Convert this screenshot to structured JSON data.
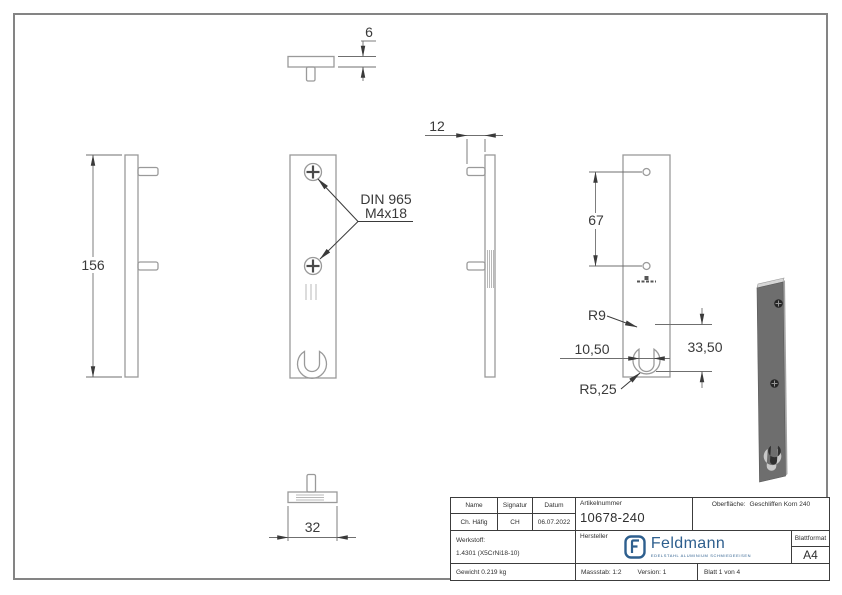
{
  "drawing": {
    "dims": {
      "thickness": "6",
      "height": "156",
      "depth": "12",
      "hole_spacing": "67",
      "width": "32",
      "radius_top": "R9",
      "slot_width": "10,50",
      "keyhole_height": "33,50",
      "radius_bottom": "R5,25",
      "screw_note_line1": "DIN 965",
      "screw_note_line2": "M4x18"
    }
  },
  "title_block": {
    "col_name": "Name",
    "col_signatur": "Signatur",
    "col_datum": "Datum",
    "val_name": "Ch. Häfig",
    "val_signatur": "CH",
    "val_datum": "06.07.2022",
    "artikelnummer_label": "Artikelnummer",
    "artikelnummer_value": "10678-240",
    "oberflaeche_label": "Oberfläche:",
    "oberflaeche_value": "Geschliffen Korn 240",
    "werkstoff_label": "Werkstoff:",
    "werkstoff_value": "1.4301 (X5CrNi18-10)",
    "hersteller_label": "Hersteller",
    "logo_text": "Feldmann",
    "logo_tagline": "EDELSTAHL ALUMINIUM SCHMIEDEEISEN",
    "blattformat_label": "Blattformat",
    "blattformat_value": "A4",
    "gewicht": "Gewicht 0.219 kg",
    "massstab": "Massstab: 1:2",
    "version": "Version: 1",
    "blatt": "Blatt 1 von 4"
  },
  "colors": {
    "logo_blue": "#2e5f8e",
    "line_gray": "#9a9a9a",
    "dim_gray": "#6f6f6f",
    "text_dark": "#3a3a3a",
    "frame_gray": "#848484",
    "iso_face_gray": "#6e6e6e"
  }
}
